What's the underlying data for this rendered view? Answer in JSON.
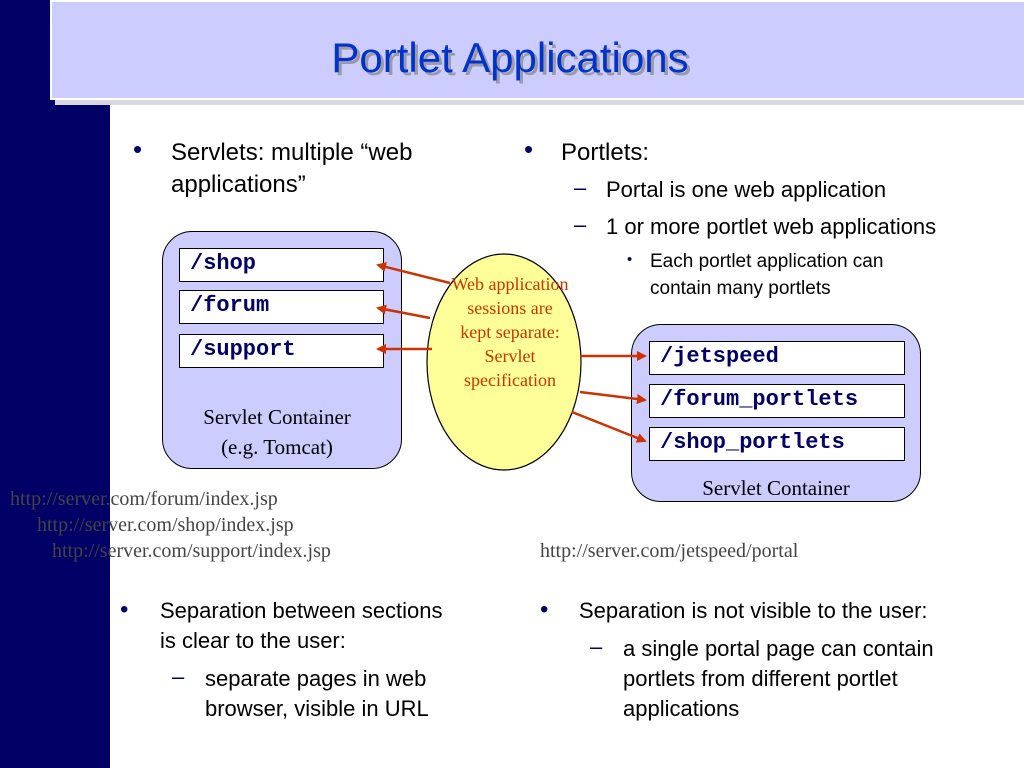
{
  "title": "Portlet Applications",
  "left_top": {
    "bullet": "•",
    "text_line1": "Servlets: multiple “web",
    "text_line2": "applications”"
  },
  "right_top": {
    "bullet": "•",
    "heading": "Portlets:",
    "dash": "–",
    "sub1": "Portal is one web application",
    "sub2": "1 or more portlet web applications",
    "small_bullet": "•",
    "subsub_line1": "Each portlet application can",
    "subsub_line2": "contain many portlets"
  },
  "left_container": {
    "apps": [
      "/shop",
      "/forum",
      "/support"
    ],
    "label_line1": "Servlet Container",
    "label_line2": "(e.g. Tomcat)"
  },
  "ellipse": {
    "lines": [
      "Web application",
      "sessions are",
      "kept separate:",
      "Servlet",
      "specification"
    ]
  },
  "right_container": {
    "apps": [
      "/jetspeed",
      "/forum_portlets",
      "/shop_portlets"
    ],
    "label": "Servlet Container"
  },
  "urls_left": [
    "http://server.com/forum/index.jsp",
    "http://server.com/shop/index.jsp",
    "http://server.com/support/index.jsp"
  ],
  "url_right": "http://server.com/jetspeed/portal",
  "left_bottom": {
    "bullet": "•",
    "line1": "Separation between sections",
    "line2": "is clear to the user:",
    "dash": "–",
    "sub_line1": "separate pages in web",
    "sub_line2": "browser, visible in URL"
  },
  "right_bottom": {
    "bullet": "•",
    "line1": "Separation is not visible to the user:",
    "dash": "–",
    "sub_line1": "a single portal page can contain",
    "sub_line2": "portlets from different portlet",
    "sub_line3": "applications"
  },
  "colors": {
    "sidebar": "#000066",
    "title_bar": "#ccccff",
    "title_text": "#0033cc",
    "container": "#ccccff",
    "ellipse_fill": "#ffff99",
    "ellipse_text": "#cc3300",
    "arrow": "#cc3300",
    "app_text": "#000066",
    "url_text": "#444444"
  }
}
